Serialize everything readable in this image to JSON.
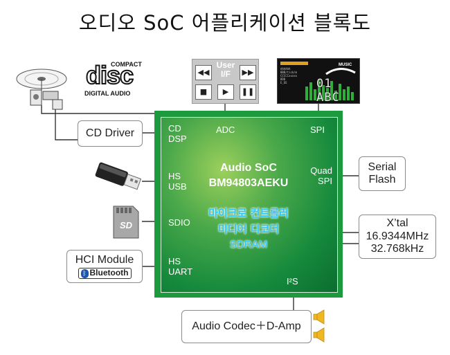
{
  "title": "오디오 SoC 어플리케이션 블록도",
  "chip": {
    "name": "Audio SoC",
    "part": "BM94803AEKU"
  },
  "internal": [
    "마이크로 컨트롤러",
    "미디어 디코더",
    "SDRAM"
  ],
  "pins": {
    "cd_dsp": [
      "CD",
      "DSP"
    ],
    "hs_usb": [
      "HS",
      "USB"
    ],
    "sdio": "SDIO",
    "hs_uart": [
      "HS",
      "UART"
    ],
    "adc": "ADC",
    "spi": "SPI",
    "quad_spi": [
      "Quad",
      "SPI"
    ],
    "i2s": "I²S"
  },
  "blocks": {
    "cd_driver": "CD Driver",
    "serial_flash": [
      "Serial",
      "Flash"
    ],
    "xtal": [
      "X’tal",
      "16.9344MHz",
      "32.768kHz"
    ],
    "hci_module": "HCI Module",
    "bluetooth": "Bluetooth",
    "codec": "Audio Codec＋D-Amp"
  },
  "logos": {
    "cd_logo_top": "COMPACT",
    "cd_logo_main": "disc",
    "cd_logo_bottom": "DIGITAL AUDIO"
  },
  "user_if": {
    "label": [
      "User",
      "I/F"
    ]
  },
  "display": {
    "badge": "MUSIC",
    "text": "01 ABC",
    "small": [
      "AAAAAA",
      "BBB/tick/m",
      "CCCCCxxxxx",
      "DDD",
      "E_EE"
    ]
  },
  "colors": {
    "soc_green": "#1e9a3e",
    "internal_text": "#2ec5f5"
  }
}
